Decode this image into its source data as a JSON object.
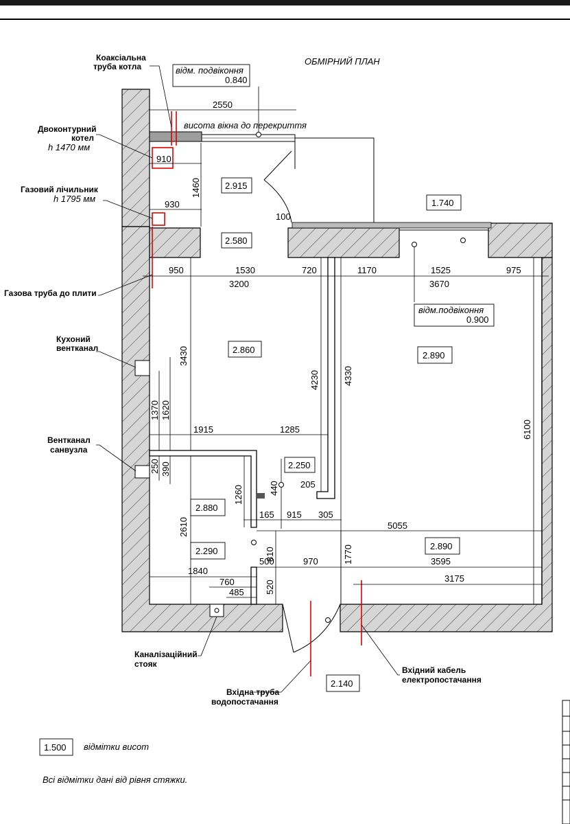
{
  "title": "ОБМІРНИЙ ПЛАН",
  "labels": {
    "coax_pipe": [
      "Коаксіальна",
      "труба котла"
    ],
    "boiler": [
      "Двоконтурний",
      "котел",
      "h 1470 мм"
    ],
    "gas_meter": [
      "Газовий лічильник",
      "h 1795 мм"
    ],
    "gas_pipe": "Газова труба до плити",
    "kitchen_vent": [
      "Кухоний",
      "вентканал"
    ],
    "bath_vent": [
      "Вентканал",
      "санвузла"
    ],
    "sewer": [
      "Каналізаційний",
      "стояк"
    ],
    "water_pipe": [
      "Вхідна труба",
      "водопостачання"
    ],
    "power_cable": [
      "Вхідний кабель",
      "електропостачання"
    ]
  },
  "sill_notes": {
    "sill_1": [
      "відм. подвіконня",
      "0.840"
    ],
    "window_height": "висота вікна до перекриття",
    "sill_2": [
      "відм.подвіконня",
      "0.900"
    ]
  },
  "elevations": [
    "2.915",
    "2.580",
    "1.740",
    "2.860",
    "2.890",
    "2.250",
    "2.880",
    "2.290",
    "2.890",
    "2.140"
  ],
  "dimensions": {
    "d2550": "2550",
    "d910": "910",
    "d1460": "1460",
    "d930": "930",
    "d100": "100",
    "d950": "950",
    "d1530": "1530",
    "d720": "720",
    "d1170": "1170",
    "d1525": "1525",
    "d975": "975",
    "d3200": "3200",
    "d3670": "3670",
    "d3430": "3430",
    "d4230": "4230",
    "d4330": "4330",
    "d6100": "6100",
    "d1370": "1370",
    "d1620": "1620",
    "d1915": "1915",
    "d1285": "1285",
    "d250": "250",
    "d390": "390",
    "d1260": "1260",
    "d440": "440",
    "d205": "205",
    "d165": "165",
    "d915": "915",
    "d305": "305",
    "d5055": "5055",
    "d2610": "2610",
    "d810": "810",
    "d1770": "1770",
    "d500": "500",
    "d970": "970",
    "d3595": "3595",
    "d1840": "1840",
    "d760": "760",
    "d485": "485",
    "d520": "520",
    "d3175": "3175"
  },
  "legend": {
    "sample": "1.500",
    "text": "відмітки висот",
    "note": "Всі відмітки дані від рівня стяжки."
  }
}
